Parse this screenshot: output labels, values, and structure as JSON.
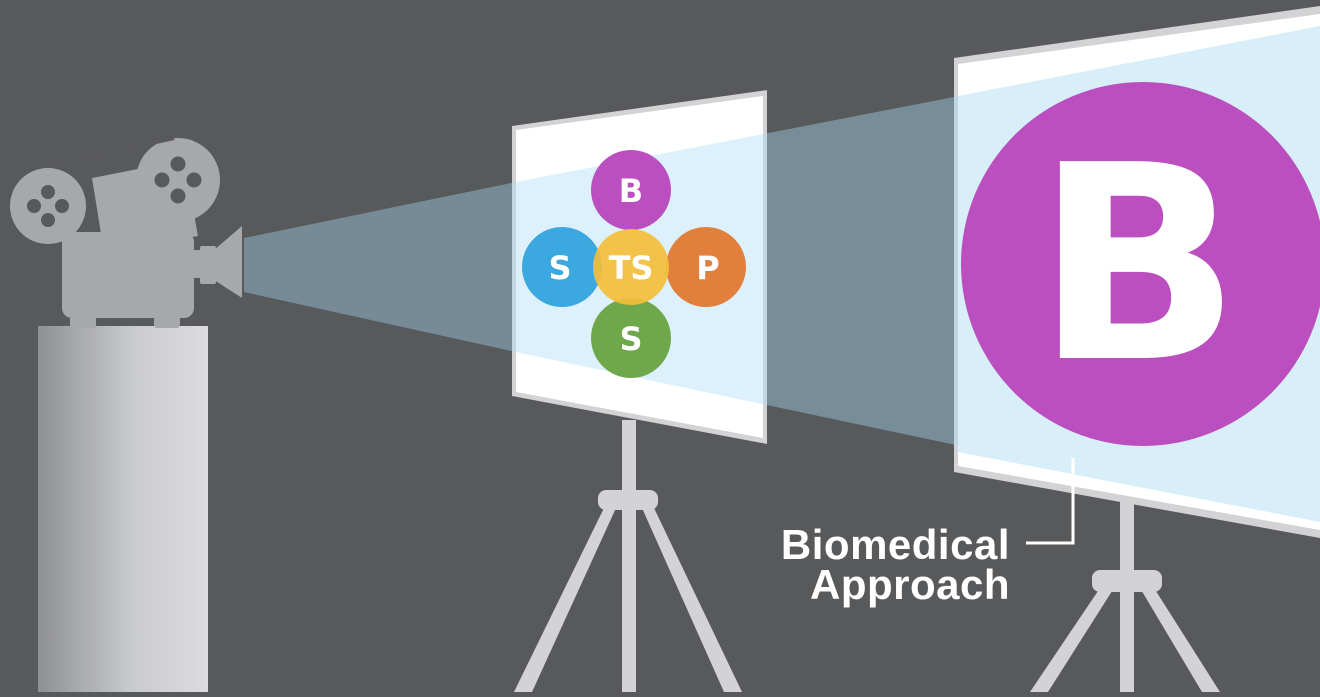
{
  "colors": {
    "background": "#58595b",
    "purple": "#bb4fbf",
    "blue": "#3ba8e0",
    "yellow": "#f4be3a",
    "orange": "#e27f3d",
    "green": "#6fa84a",
    "beam": "#a8dcf4",
    "screen": "#ffffff",
    "projector": "#a7a8aa",
    "stand": "#d3d3d5"
  },
  "small_screen": {
    "circles": [
      {
        "name": "top",
        "letter": "B",
        "color": "purple"
      },
      {
        "name": "left",
        "letter": "S",
        "color": "blue"
      },
      {
        "name": "center",
        "letter": "TS",
        "color": "yellow"
      },
      {
        "name": "right",
        "letter": "P",
        "color": "orange"
      },
      {
        "name": "bottom",
        "letter": "S",
        "color": "green"
      }
    ]
  },
  "large_screen": {
    "letter": "B",
    "color": "purple"
  },
  "callout": {
    "line1": "Biomedical",
    "line2": "Approach"
  }
}
